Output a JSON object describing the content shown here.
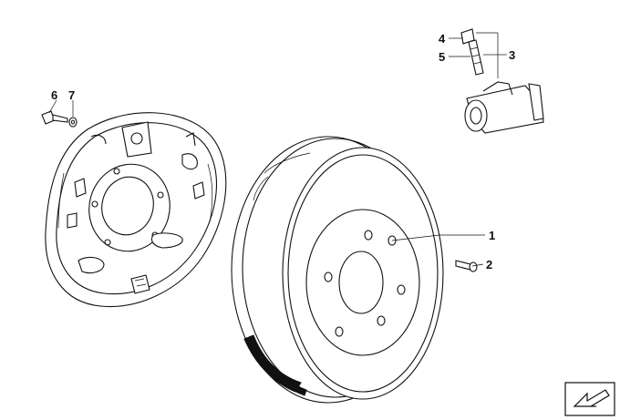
{
  "diagram": {
    "callouts": [
      {
        "id": "c1",
        "label": "1",
        "part": "brake-drum"
      },
      {
        "id": "c2",
        "label": "2",
        "part": "drum-screw"
      },
      {
        "id": "c3",
        "label": "3",
        "part": "wheel-brake-cylinder"
      },
      {
        "id": "c4",
        "label": "4",
        "part": "bleeder-cap"
      },
      {
        "id": "c5",
        "label": "5",
        "part": "bleeder-valve"
      },
      {
        "id": "c6",
        "label": "6",
        "part": "hex-bolt"
      },
      {
        "id": "c7",
        "label": "7",
        "part": "washer"
      }
    ],
    "nav_icon": "arrow-icon",
    "colors": {
      "line": "#111111",
      "background": "#ffffff"
    }
  }
}
